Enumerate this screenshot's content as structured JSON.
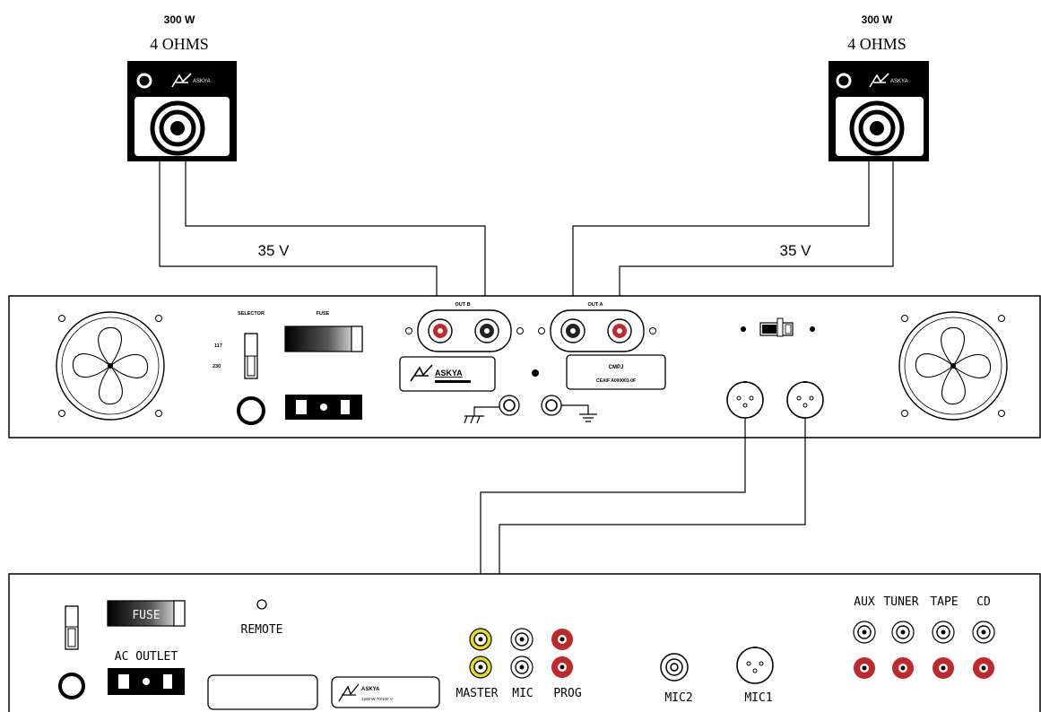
{
  "speakers": {
    "left": {
      "power": "300 W",
      "impedance": "4 OHMS",
      "brand": "ASKYA"
    },
    "right": {
      "power": "300 W",
      "impedance": "4 OHMS",
      "brand": "ASKYA"
    }
  },
  "line_voltage": {
    "left": "35 V",
    "right": "35 V"
  },
  "power_amp": {
    "selector_label": "SELECTOR",
    "voltage_options": [
      "117",
      "230"
    ],
    "fuse_label": "FUSE",
    "out_b_label": "OUT B",
    "out_a_label": "OUT A",
    "brand": "ASKYA",
    "model_label": "CMPJ",
    "model_desc": "CEAIF A000001-0F"
  },
  "mixer": {
    "fuse_label": "FUSE",
    "ac_outlet_label": "AC OUTLET",
    "remote_label": "REMOTE",
    "brand": "ASKYA",
    "brand_sub": "1200 W 70/100 V",
    "input_labels": {
      "master": "MASTER",
      "mic": "MIC",
      "prog": "PROG",
      "mic2": "MIC2",
      "mic1": "MIC1"
    },
    "source_labels": [
      "AUX",
      "TUNER",
      "TAPE",
      "CD"
    ]
  },
  "colors": {
    "line": "#000000",
    "red_jack": "#c0282b",
    "yellow_jack": "#e3df1e",
    "panel": "#ffffff"
  }
}
